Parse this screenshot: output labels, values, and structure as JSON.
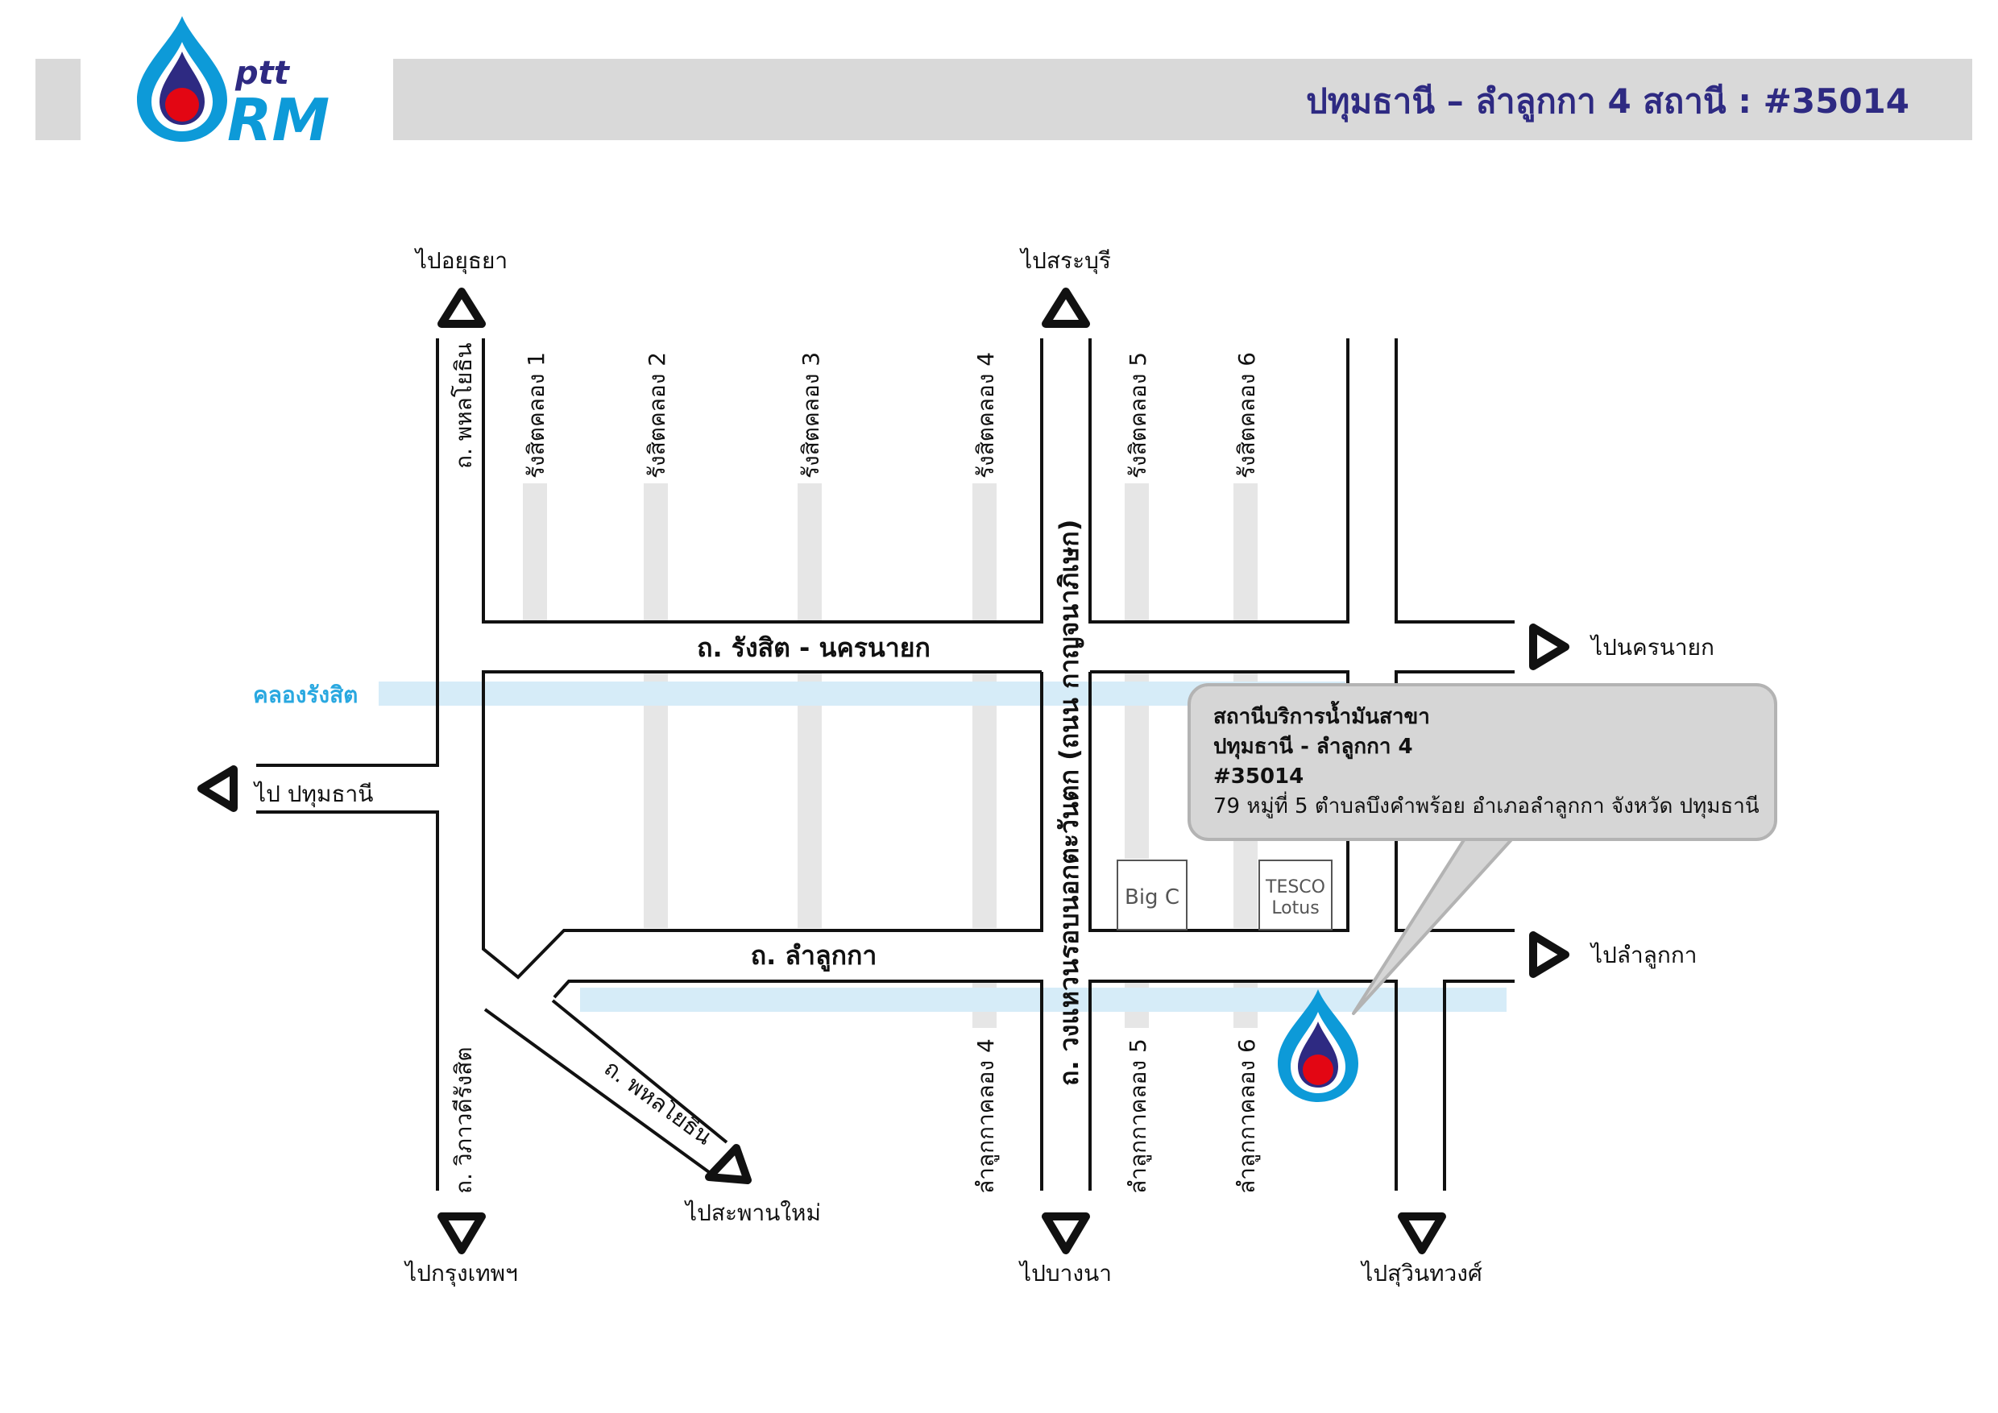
{
  "header": {
    "title": "ปทุมธานี – ลำลูกกา 4 สถานี : #35014",
    "logo_text_top": "ptt",
    "logo_text_bottom": "RM"
  },
  "colors": {
    "header_bg": "#d9d9d9",
    "title": "#2e2a82",
    "canal": "#d6ecf8",
    "canal_label": "#29a8e0",
    "soi": "#e6e6e6",
    "info_bg": "#d6d6d6",
    "logo_blue": "#0d9ad8",
    "logo_red": "#e30613",
    "logo_navy": "#2e2a82"
  },
  "map": {
    "directions": {
      "ayutthaya": "ไปอยุธยา",
      "saraburi": "ไปสระบุรี",
      "nakhon_nayok": "ไปนครนายก",
      "pathum_thani": "ไป ปทุมธานี",
      "lam_luk_ka": "ไปลำลูกกา",
      "bangkok": "ไปกรุงเทพฯ",
      "saphan_mai": "ไปสะพานใหม่",
      "bang_na": "ไปบางนา",
      "sukhumvit": "ไปสุวินทวงศ์"
    },
    "roads": {
      "phahonyothin_north": "ถ. พหลโยธิน",
      "vibhavadi": "ถ. วิภาวดีรังสิต",
      "phahonyothin_diag": "ถ. พหลโยธิน",
      "rangsit_nakhon_nayok": "ถ. รังสิต - นครนายก",
      "lam_luk_ka": "ถ. ลำลูกกา",
      "outer_ring": "ถ. วงแหวนรอบนอกตะวันตก (ถนน กาญจนาภิเษก)"
    },
    "canal": "คลองรังสิต",
    "sois_north": [
      "รังสิตคลอง 1",
      "รังสิตคลอง 2",
      "รังสิตคลอง 3",
      "รังสิตคลอง 4",
      "รังสิตคลอง 5",
      "รังสิตคลอง 6"
    ],
    "sois_south": [
      "ลำลูกกาคลอง 4",
      "ลำลูกกาคลอง 5",
      "ลำลูกกาคลอง 6"
    ],
    "landmarks": {
      "bigc": "Big C",
      "tesco_1": "TESCO",
      "tesco_2": "Lotus"
    }
  },
  "station": {
    "line1": "สถานีบริการน้ำมันสาขา",
    "line2": "ปทุมธานี - ลำลูกกา 4",
    "line3": "#35014",
    "address": "79 หมู่ที่ 5 ตำบลบึงคำพร้อย อำเภอลำลูกกา จังหวัด ปทุมธานี"
  }
}
